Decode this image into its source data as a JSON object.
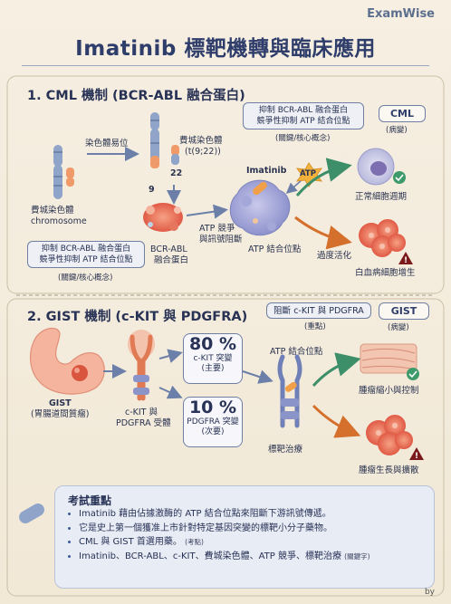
{
  "brand": "ExamWise",
  "title": "Imatinib 標靶機轉與臨床應用",
  "section1": {
    "heading": "1. CML 機制 (BCR-ABL 融合蛋白)",
    "translocation_label": "染色體易位",
    "chr9": "9",
    "chr22": "22",
    "philadelphia": "費城染色體",
    "philadelphia_sub": "(t(9;22))",
    "philadelphia_chr_label_1": "費城染色體",
    "philadelphia_chr_label_2": "chromosome",
    "bcr_abl_label_1": "BCR-ABL",
    "bcr_abl_label_2": "融合蛋白",
    "atp_competition_1": "ATP 競爭",
    "atp_competition_2": "與訊號阻斷",
    "inhibit_box_left_1": "抑制 BCR-ABL 融合蛋白",
    "inhibit_box_left_2": "競爭性抑制 ATP 結合位點",
    "key_concept_left": "(關鍵/核心概念)",
    "inhibit_box_right_1": "抑制 BCR-ABL 融合蛋白",
    "inhibit_box_right_2": "競爭性抑制 ATP 結合位點",
    "key_concept_right": "(關鍵/核心概念)",
    "imatinib": "Imatinib",
    "atp": "ATP",
    "atp_site": "ATP 結合位點",
    "normal_cycle": "正常細胞週期",
    "over_activation": "過度活化",
    "leukemia": "白血病細胞增生",
    "tag": "CML",
    "tag_sub": "(病變)"
  },
  "section2": {
    "heading": "2. GIST 機制 (c-KIT 與 PDGFRA)",
    "gist_1": "GIST",
    "gist_2": "(胃腸道間質瘤)",
    "receptor_1": "c-KIT 與",
    "receptor_2": "PDGFRA 受體",
    "pct1": "80 %",
    "pct1_label": "c-KIT 突變",
    "pct1_sub": "(主要)",
    "pct2": "10 %",
    "pct2_label": "PDGFRA 突變",
    "pct2_sub": "(次要)",
    "block_box": "阻斷 c-KIT 與 PDGFRA",
    "block_sub": "(重點)",
    "tag": "GIST",
    "tag_sub": "(病變)",
    "atp_site": "ATP 結合位點",
    "targeted": "標靶治療",
    "shrink": "腫瘤縮小與控制",
    "growth": "腫瘤生長與擴散"
  },
  "exam": {
    "title": "考試重點",
    "points": [
      "Imatinib 藉由佔據激酶的 ATP 結合位點來阻斷下游訊號傳遞。",
      "它是史上第一個獲准上市針對特定基因突變的標靶小分子藥物。",
      "CML 與 GIST 首選用藥。",
      "Imatinib、BCR-ABL、c-KIT、費城染色體、ATP 競爭、標靶治療"
    ],
    "note3": "(考點)",
    "note4": "(關鍵字)"
  },
  "byline": "by"
}
